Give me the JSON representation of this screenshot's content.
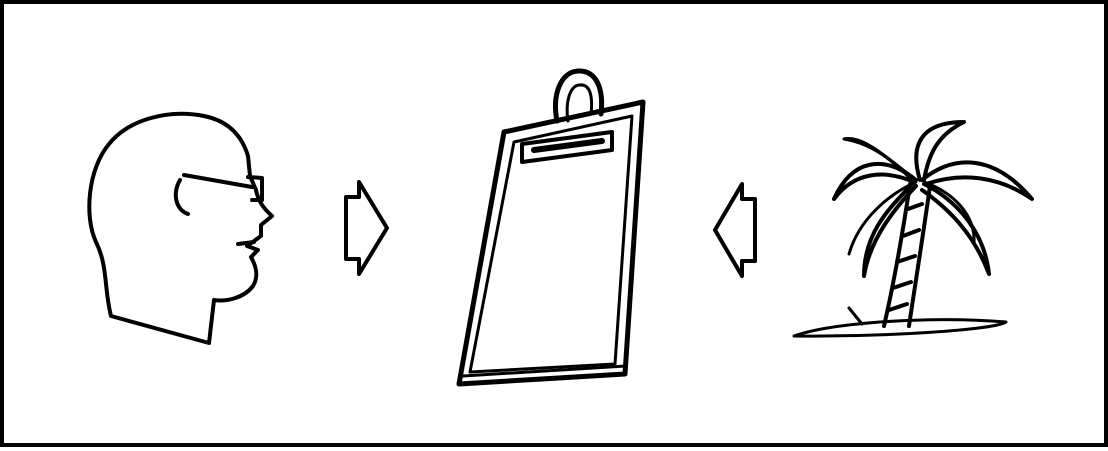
{
  "diagram": {
    "ink_color": "#000000",
    "background_color": "#ffffff",
    "nodes": [
      {
        "id": "observer",
        "icon": "person-head-with-glasses-icon"
      },
      {
        "id": "record",
        "icon": "clipboard-icon"
      },
      {
        "id": "environment",
        "icon": "palm-tree-island-icon"
      }
    ],
    "edges": [
      {
        "from": "observer",
        "to": "record",
        "direction": "right"
      },
      {
        "from": "environment",
        "to": "record",
        "direction": "left"
      }
    ]
  }
}
